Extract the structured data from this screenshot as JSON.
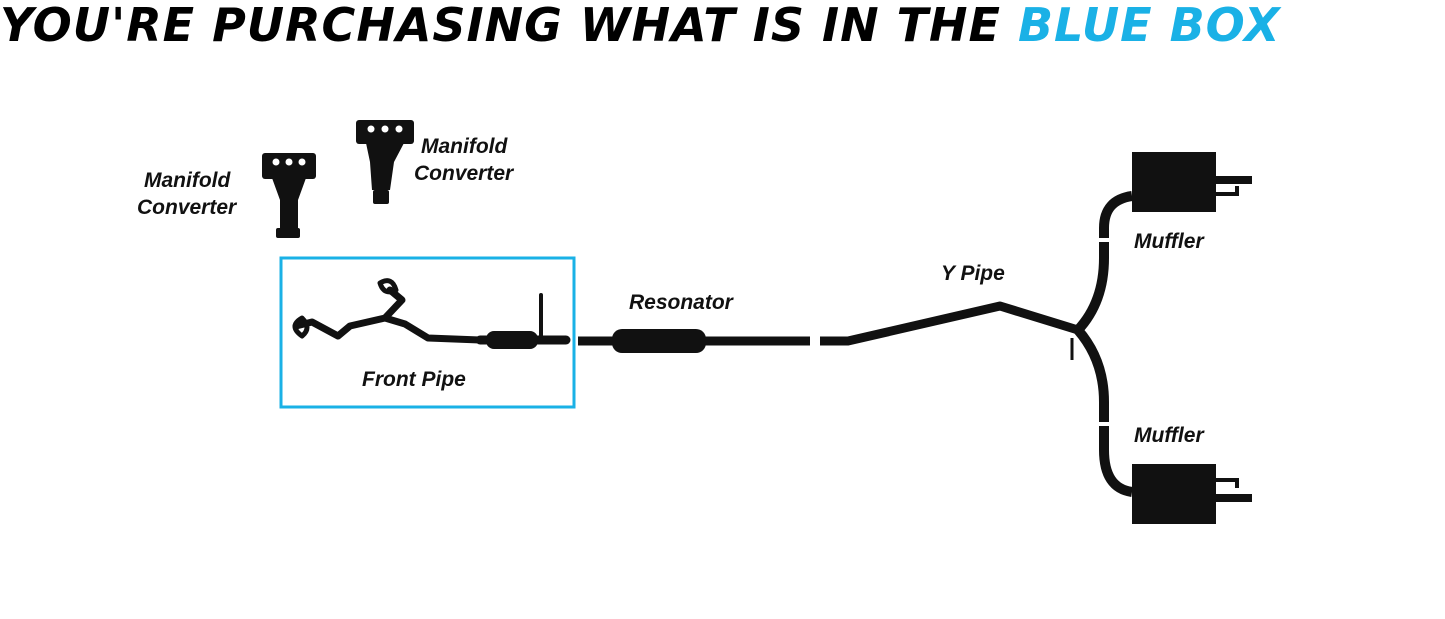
{
  "header": {
    "title_main": "YOU'RE PURCHASING WHAT IS IN THE ",
    "title_highlight": "BLUE BOX"
  },
  "colors": {
    "highlight": "#1ab1e6",
    "pipe": "#111111"
  },
  "labels": {
    "manifold_converter_left_1": "Manifold",
    "manifold_converter_left_2": "Converter",
    "manifold_converter_right_1": "Manifold",
    "manifold_converter_right_2": "Converter",
    "front_pipe": "Front Pipe",
    "resonator": "Resonator",
    "y_pipe": "Y Pipe",
    "muffler_top": "Muffler",
    "muffler_bottom": "Muffler"
  }
}
